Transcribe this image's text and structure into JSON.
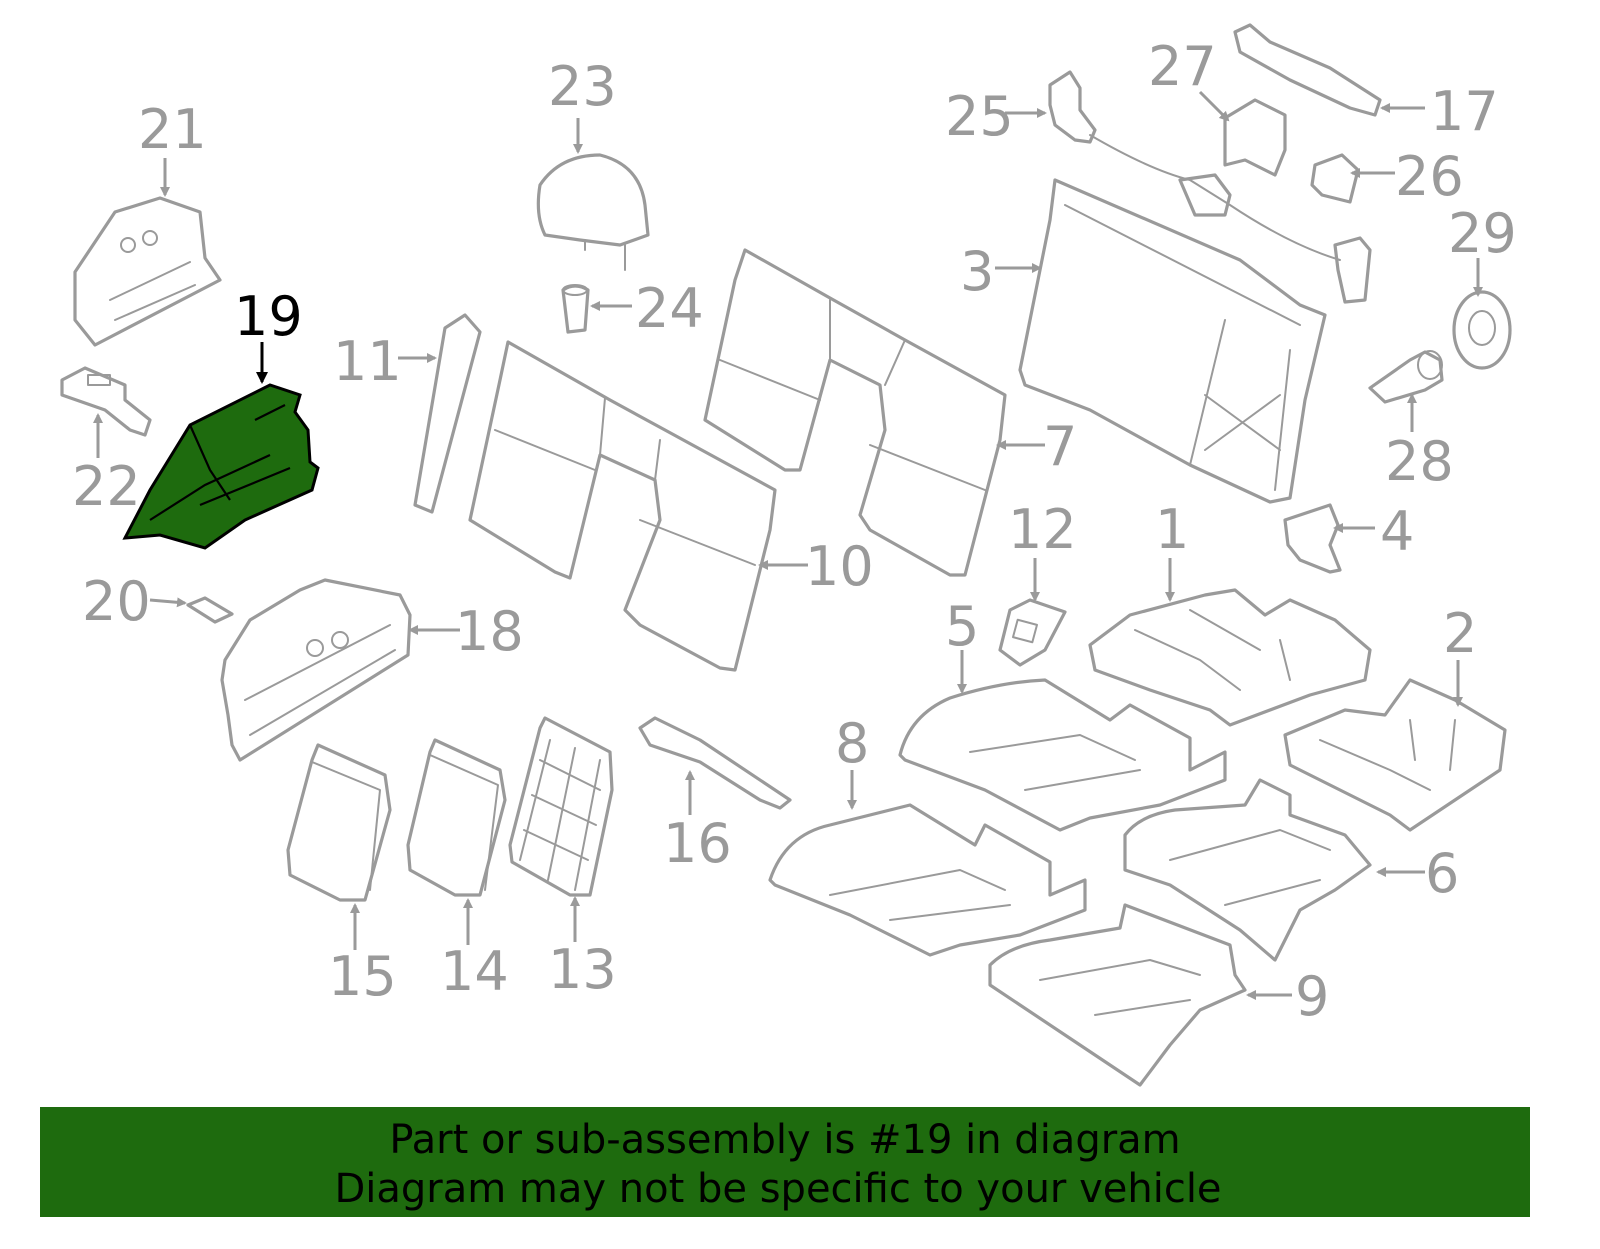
{
  "colors": {
    "part_line": "#9a9a9a",
    "highlight_fill": "#1e6b0e",
    "highlight_stroke": "#000000",
    "banner_bg": "#1e6b0e",
    "banner_text": "#000000"
  },
  "highlighted_part": "19",
  "callouts": [
    {
      "id": "1",
      "label": "1"
    },
    {
      "id": "2",
      "label": "2"
    },
    {
      "id": "3",
      "label": "3"
    },
    {
      "id": "4",
      "label": "4"
    },
    {
      "id": "5",
      "label": "5"
    },
    {
      "id": "6",
      "label": "6"
    },
    {
      "id": "7",
      "label": "7"
    },
    {
      "id": "8",
      "label": "8"
    },
    {
      "id": "9",
      "label": "9"
    },
    {
      "id": "10",
      "label": "10"
    },
    {
      "id": "11",
      "label": "11"
    },
    {
      "id": "12",
      "label": "12"
    },
    {
      "id": "13",
      "label": "13"
    },
    {
      "id": "14",
      "label": "14"
    },
    {
      "id": "15",
      "label": "15"
    },
    {
      "id": "16",
      "label": "16"
    },
    {
      "id": "17",
      "label": "17"
    },
    {
      "id": "18",
      "label": "18"
    },
    {
      "id": "19",
      "label": "19"
    },
    {
      "id": "20",
      "label": "20"
    },
    {
      "id": "21",
      "label": "21"
    },
    {
      "id": "22",
      "label": "22"
    },
    {
      "id": "23",
      "label": "23"
    },
    {
      "id": "24",
      "label": "24"
    },
    {
      "id": "25",
      "label": "25"
    },
    {
      "id": "26",
      "label": "26"
    },
    {
      "id": "27",
      "label": "27"
    },
    {
      "id": "28",
      "label": "28"
    },
    {
      "id": "29",
      "label": "29"
    }
  ],
  "banner": {
    "line1": "Part or sub-assembly is #19 in diagram",
    "line2": "Diagram may not be specific to your vehicle"
  }
}
